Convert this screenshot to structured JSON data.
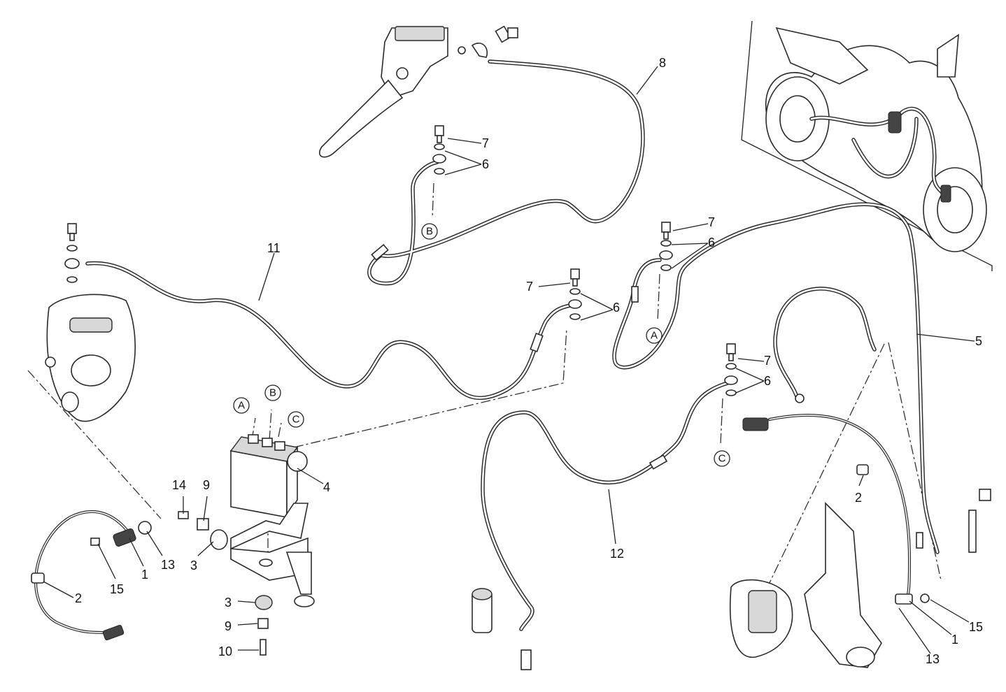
{
  "diagram": {
    "title": "ABS brake system exploded view",
    "callouts": [
      "8",
      "7",
      "6",
      "B",
      "11",
      "7",
      "6",
      "7",
      "6",
      "A",
      "5",
      "7",
      "6",
      "C",
      "12",
      "A",
      "B",
      "C",
      "4",
      "14",
      "9",
      "3",
      "3",
      "9",
      "10",
      "13",
      "1",
      "15",
      "2",
      "2",
      "15",
      "1",
      "13"
    ]
  }
}
